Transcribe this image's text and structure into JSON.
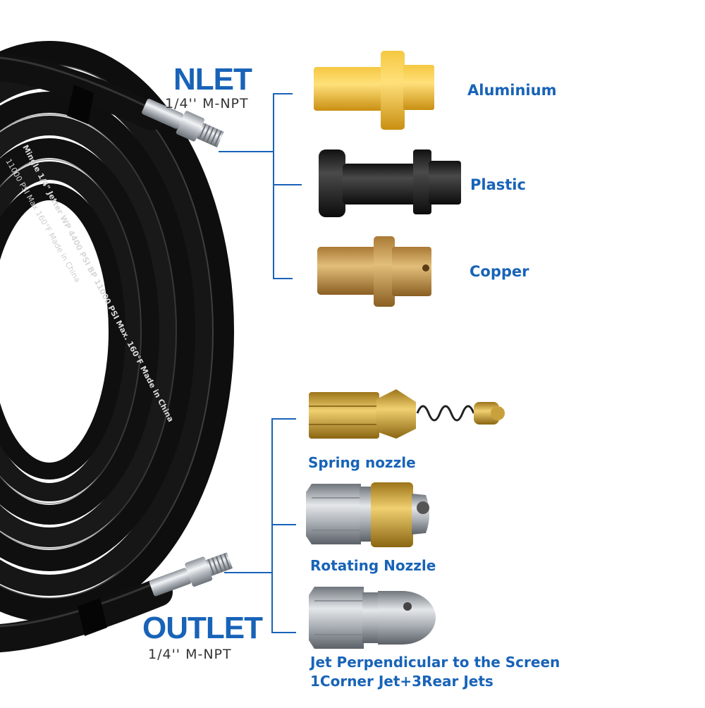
{
  "inlet": {
    "title": "NLET",
    "spec": "1/4'' M-NPT"
  },
  "outlet": {
    "title": "OUTLET",
    "spec": "1/4'' M-NPT"
  },
  "hose_print": {
    "line1": "Mingle 1/4\" Jetter WP 4400 PSI BP 11000 PSI Max. 160°F Made in China",
    "line2": "11000 PSI Max 160°F Made in China"
  },
  "adapters": [
    {
      "label": "Aluminium",
      "color": "#e8b030"
    },
    {
      "label": "Plastic",
      "color": "#2a2a2a"
    },
    {
      "label": "Copper",
      "color": "#c0944a"
    }
  ],
  "nozzles": [
    {
      "label": "Spring nozzle"
    },
    {
      "label": "Rotating Nozzle"
    },
    {
      "label_line1": "Jet Perpendicular to the Screen",
      "label_line2": "1Corner Jet+3Rear Jets"
    }
  ],
  "colors": {
    "accent": "#1863b8",
    "hose": "#111111",
    "steel": "#b9bec4",
    "brass": "#c9a13c"
  }
}
